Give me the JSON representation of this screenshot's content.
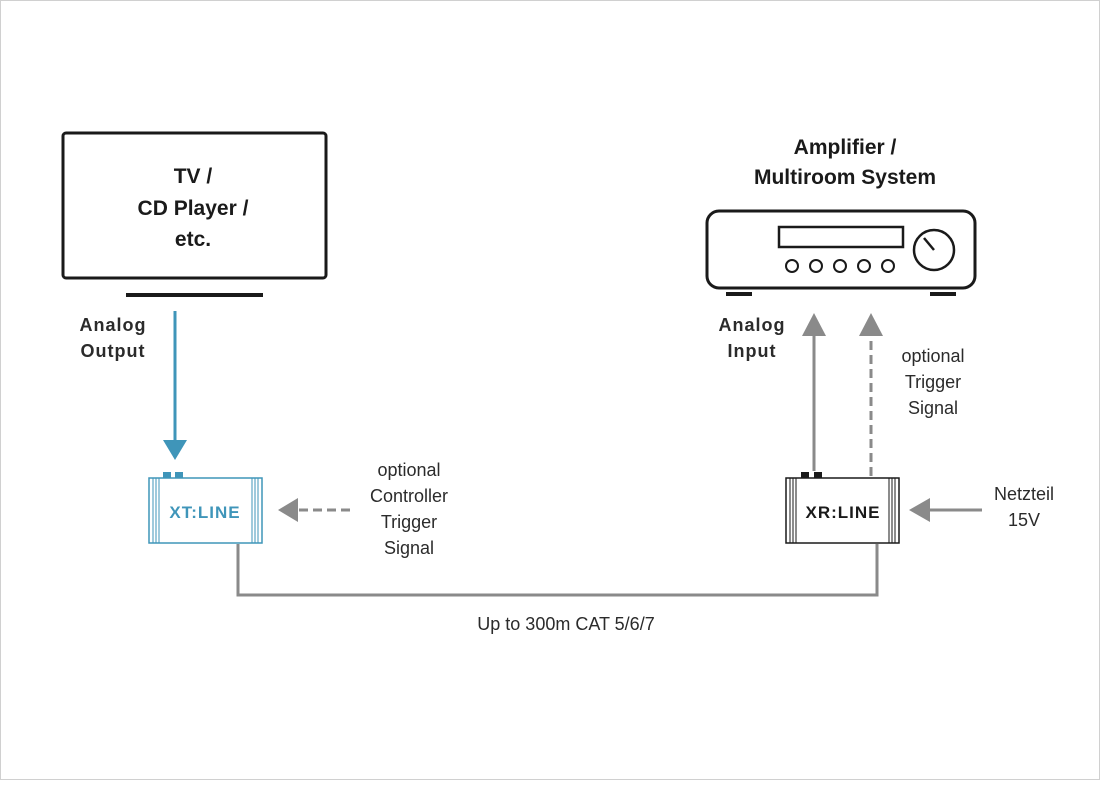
{
  "colors": {
    "device_outline": "#1a1a1a",
    "blue": "#3f95b9",
    "gray": "#8a8a8a",
    "text": "#2b2b2b"
  },
  "source_device": {
    "icon": "tv-icon",
    "label_lines": [
      "TV /",
      "CD Player /",
      "etc."
    ]
  },
  "source_output": {
    "label_lines": [
      "Analog",
      "Output"
    ]
  },
  "amplifier": {
    "icon": "amplifier-icon",
    "title_lines": [
      "Amplifier /",
      "Multiroom System"
    ]
  },
  "amplifier_input": {
    "label_lines": [
      "Analog",
      "Input"
    ]
  },
  "trigger_right": {
    "label_lines": [
      "optional",
      "Trigger",
      "Signal"
    ]
  },
  "transmitter": {
    "label": "XT:LINE"
  },
  "receiver": {
    "label": "XR:LINE"
  },
  "controller_trigger": {
    "label_lines": [
      "optional",
      "Controller",
      "Trigger",
      "Signal"
    ]
  },
  "power": {
    "label_lines": [
      "Netzteil",
      "15V"
    ]
  },
  "cable": {
    "label": "Up to 300m CAT 5/6/7"
  }
}
